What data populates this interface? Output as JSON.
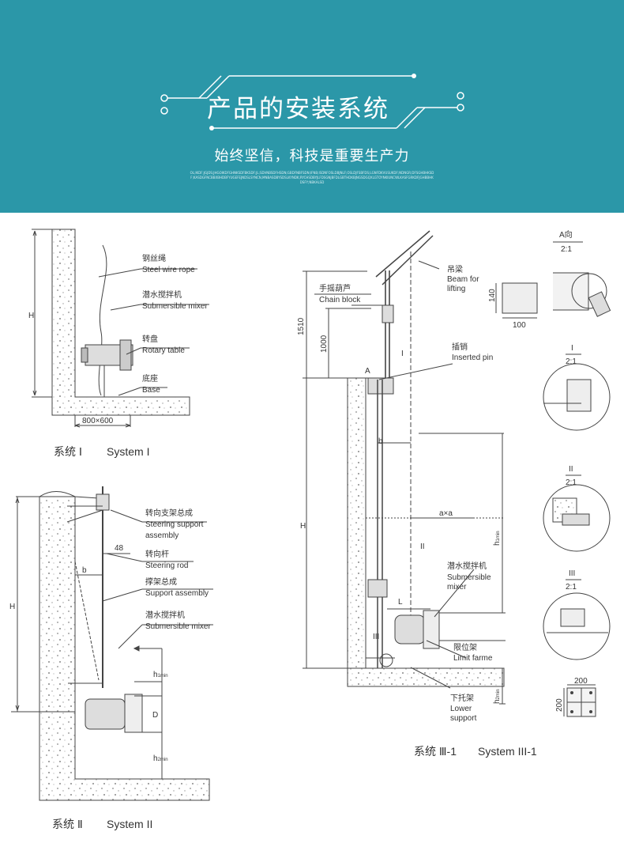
{
  "header": {
    "title": "产品的安装系统",
    "slogan": "始终坚信，科技是重要生产力",
    "tagline": "OL;IKDF;JGJDS;JHGOIKDFGHNKSDFBKSDF;JL;SDVNBSDFHSDN;GBDFNBFSDN;IFNB;ISDNFOSLDBJNLF;OSLDJFSBFDS;LGNFDKVUSUKDF;NDNGR;DFSGHBHKSDF;KASDGFNCBBXBHDBFYUGEFEJNDSLSYNCN,MNBASDBYSDSLKYNDK;RYCHSDBYJLFDSGNJBFDLGBTHDKBJNGSDGQXLGTOYNKIUNCWLKASFGRKDFJGHBBHKDSFY;NBKALSD"
  },
  "system1": {
    "labels": {
      "rope_cn": "钢丝绳",
      "rope_en": "Steel wire rope",
      "mixer_cn": "潜水搅拌机",
      "mixer_en": "Submersible mixer",
      "rotary_cn": "转盘",
      "rotary_en": "Rotary table",
      "base_cn": "底座",
      "base_en": "Base"
    },
    "dims": {
      "height": "H",
      "base_size": "800×600"
    },
    "caption_cn": "系统 Ⅰ",
    "caption_en": "System I"
  },
  "system2": {
    "labels": {
      "steer_sup_cn": "转向支架总成",
      "steer_sup_en1": "Steering support",
      "steer_sup_en2": "assembly",
      "steer_rod_cn": "转向杆",
      "steer_rod_en": "Steering rod",
      "support_cn": "撑架总成",
      "support_en": "Support assembly",
      "mixer_cn": "潜水搅拌机",
      "mixer_en": "Submersible mixer"
    },
    "dims": {
      "height": "H",
      "offset": "48",
      "b": "b",
      "h1": "h",
      "h1_sub": "1min",
      "d": "D",
      "h2": "h",
      "h2_sub": "2min"
    },
    "caption_cn": "系统 Ⅱ",
    "caption_en": "System II"
  },
  "system3": {
    "labels": {
      "chain_cn": "手摇葫芦",
      "chain_en": "Chain block",
      "beam_cn": "吊梁",
      "beam_en1": "Beam for",
      "beam_en2": "lifting",
      "pin_cn": "插销",
      "pin_en": "Inserted pin",
      "mixer_cn": "潜水搅拌机",
      "mixer_en1": "Submersible",
      "mixer_en2": "mixer",
      "limit_cn": "限位架",
      "limit_en": "Limit farme",
      "lower_cn": "下托架",
      "lower_en1": "Lower",
      "lower_en2": "support"
    },
    "dims": {
      "d1510": "1510",
      "d1000": "1000",
      "height": "H",
      "b": "b",
      "axa": "a×a",
      "l": "L",
      "h1": "h",
      "h1_sub": "1min",
      "h2": "h",
      "h2_sub": "2min",
      "mark_a": "A",
      "mark_1": "I",
      "mark_2": "II",
      "mark_3": "III"
    },
    "details": {
      "a_title": "A向",
      "a_scale": "2:1",
      "d140": "140",
      "d100": "100",
      "i_title": "I",
      "i_scale": "2:1",
      "ii_title": "II",
      "ii_scale": "2:1",
      "iii_title": "III",
      "iii_scale": "2:1",
      "p200a": "200",
      "p200b": "200"
    },
    "caption_cn": "系统 Ⅲ-1",
    "caption_en": "System III-1"
  }
}
